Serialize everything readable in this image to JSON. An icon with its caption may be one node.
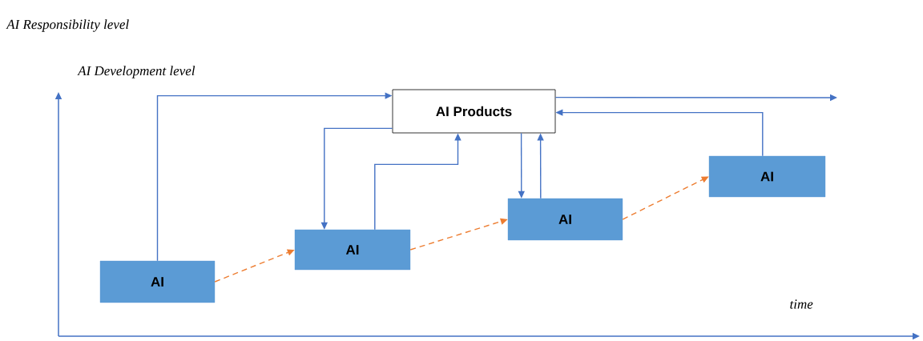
{
  "diagram": {
    "nodes": [
      {
        "text": [
          "AI Products"
        ]
      },
      {
        "text": [
          "AI"
        ]
      },
      {
        "text": [
          "AI"
        ]
      },
      {
        "text": [
          "AI"
        ]
      },
      {
        "text": [
          "AI"
        ]
      }
    ],
    "edges": [
      {
        "from": 1,
        "to": 0,
        "arrow": "to"
      },
      {
        "from": 0,
        "to": 2,
        "arrow": "to"
      },
      {
        "from": 2,
        "to": 0,
        "arrow": "to"
      },
      {
        "from": 0,
        "to": 3,
        "arrow": "to"
      },
      {
        "from": 3,
        "to": 0,
        "arrow": "to"
      },
      {
        "from": 4,
        "to": 0,
        "arrow": "to"
      },
      {
        "from": 0,
        "to": null,
        "arrow": "to"
      },
      {
        "from": 1,
        "to": 2,
        "arrow": "to",
        "style": "dashed",
        "color": "#ed7d31"
      },
      {
        "from": 2,
        "to": 3,
        "arrow": "to",
        "style": "dashed",
        "color": "#ed7d31"
      },
      {
        "from": 3,
        "to": 4,
        "arrow": "to",
        "style": "dashed",
        "color": "#ed7d31"
      }
    ],
    "labels": [
      "AI Responsibility level",
      "AI Development level",
      "time"
    ]
  }
}
